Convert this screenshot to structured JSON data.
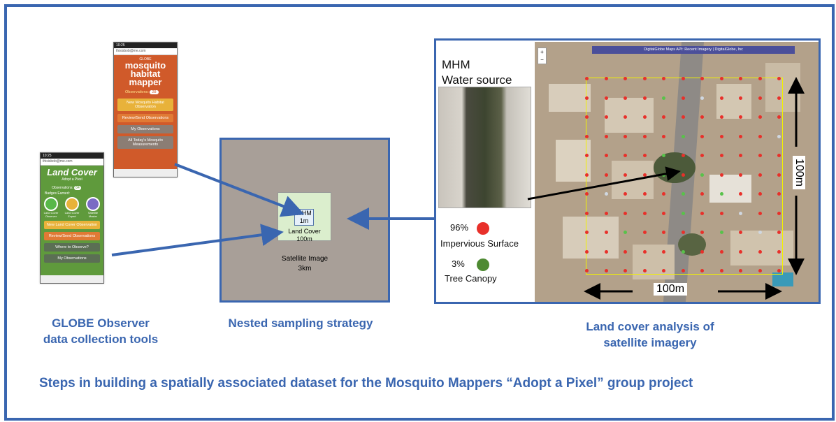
{
  "captions": {
    "tools": [
      "GLOBE Observer",
      "data collection tools"
    ],
    "nested": "Nested sampling strategy",
    "analysis": [
      "Land cover analysis of",
      "satellite imagery"
    ]
  },
  "bottom_title": "Steps in building a spatially associated dataset  for the Mosquito Mappers “Adopt a Pixel” group project",
  "mhm_app": {
    "status_time": "10:25",
    "email": "thisisbob@me.com",
    "logo_top": "GLOBE",
    "logo_line1": "mosquito",
    "logo_line2": "habitat",
    "logo_line3": "mapper",
    "observations_label": "Observations:",
    "observations_count": "28",
    "buttons": [
      "New Mosquito Habitat Observation",
      "Review/Send Observations",
      "My Observations",
      "All Today's Mosquito Measurements"
    ],
    "button_colors": [
      "#e8b23a",
      "#e07a35",
      "#8b7d74",
      "#8b7d74"
    ],
    "bg_color": "#d05a2a"
  },
  "lc_app": {
    "status_time": "10:25",
    "email": "thisisbob@me.com",
    "logo": "Land Cover",
    "subtitle": "Adopt a Pixel",
    "observations_label": "Observations:",
    "observations_count": "84",
    "badges_label": "Badges Earned:",
    "badge_names": [
      "Land Cover Observer",
      "Land Cover Expert",
      "Satellite Master"
    ],
    "buttons": [
      "New Land Cover Observation",
      "Review/Send Observations",
      "Where to Observe?",
      "My Observations"
    ],
    "button_colors": [
      "#e8b23a",
      "#e07a35",
      "#5b6f54",
      "#5b6f54"
    ],
    "bg_color": "#5f9a3c"
  },
  "nested": {
    "mhm_label": "MHM",
    "mhm_size": "1m",
    "landcover_label": "Land Cover",
    "landcover_size": "100m",
    "satellite_label": "Satellite Image",
    "satellite_size": "3km",
    "bg_color": "#a89f98"
  },
  "satpanel": {
    "legend_title_1": "MHM",
    "legend_title_2": "Water source",
    "impervious_pct": "96%",
    "impervious_label": "Impervious Surface",
    "impervious_color": "#e8302a",
    "canopy_pct": "3%",
    "canopy_label": "Tree Canopy",
    "canopy_color": "#4e8a32",
    "api_bar": "DigitalGlobe Maps API: Recent Imagery | DigitalGlobe, Inc",
    "zoom_in": "+",
    "zoom_out": "−",
    "scale_h": "100m",
    "scale_v": "100m"
  }
}
